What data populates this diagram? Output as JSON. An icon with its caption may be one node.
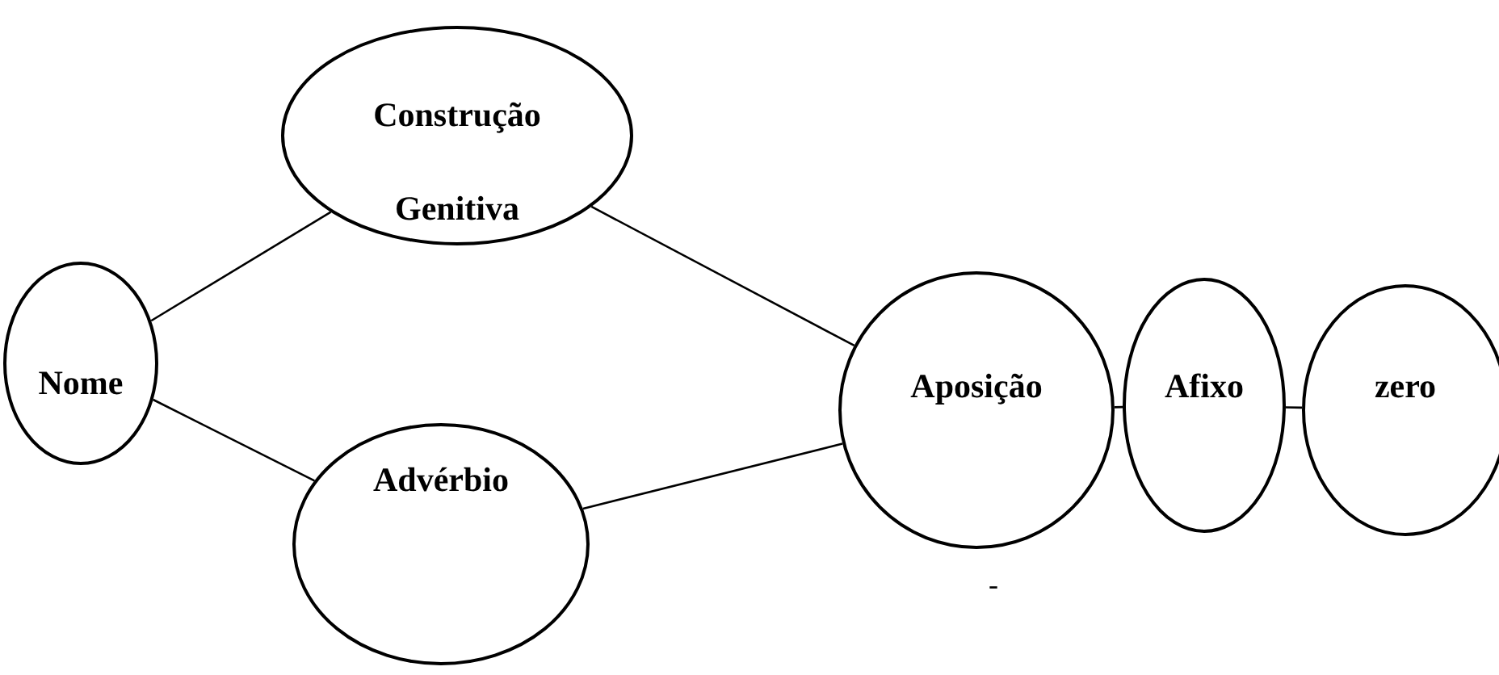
{
  "diagram": {
    "nodes": [
      {
        "text": [
          "Construção Genitiva"
        ]
      },
      {
        "text": [
          "Nome"
        ]
      },
      {
        "text": [
          "Advérbio"
        ]
      },
      {
        "text": [
          "Aposição"
        ]
      },
      {
        "text": [
          "Afixo"
        ]
      },
      {
        "text": [
          "zero"
        ]
      }
    ],
    "edges": [
      {
        "from": 1,
        "to": 0,
        "arrow": "none"
      },
      {
        "from": 0,
        "to": 3,
        "arrow": "none"
      },
      {
        "from": 1,
        "to": 2,
        "arrow": "none"
      },
      {
        "from": 2,
        "to": 3,
        "arrow": "none"
      },
      {
        "from": 3,
        "to": 4,
        "arrow": "none"
      },
      {
        "from": 4,
        "to": 5,
        "arrow": "none"
      }
    ],
    "labels": [
      "-"
    ]
  }
}
